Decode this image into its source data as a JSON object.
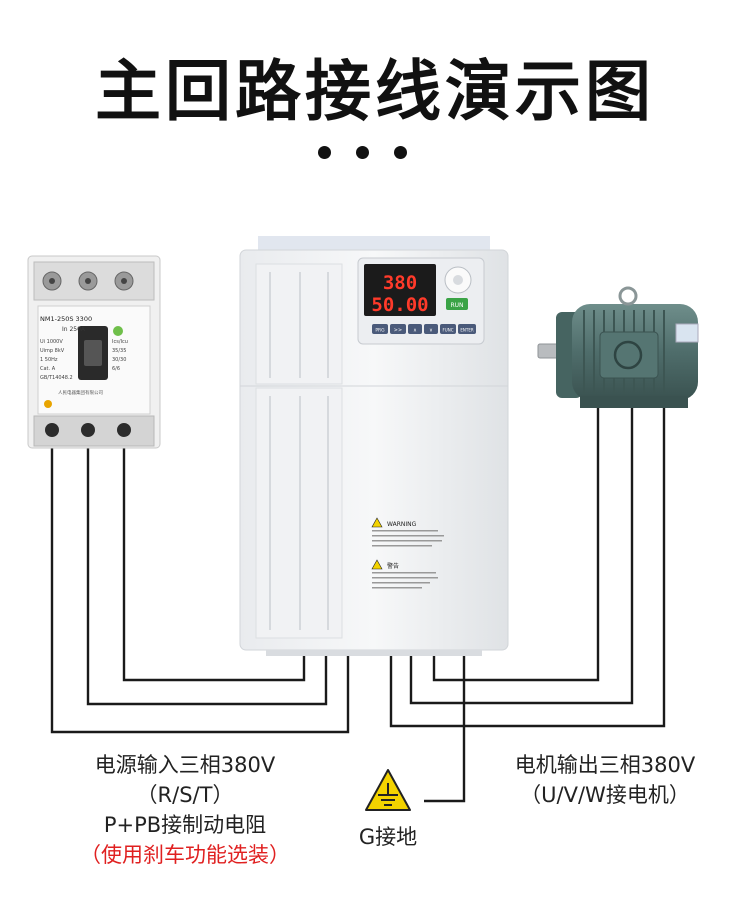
{
  "title": "主回路接线演示图",
  "breaker": {
    "model": "NM1-250S 3300",
    "rating": "In 250A",
    "spec_lines": [
      "Ui 1000V",
      "Uimp 8kV",
      "1 50Hz",
      "Cat. A",
      "GB/T14048.2"
    ],
    "right_lines": [
      "Ics/Icu",
      "35/35",
      "30/30",
      "6/6"
    ],
    "brand": "人民电器集团有限公司"
  },
  "inverter": {
    "display_top": "380",
    "display_bottom": "50.00",
    "run_label": "RUN",
    "keys": [
      "PRG",
      ">>",
      "∧",
      "∨",
      "FUNC",
      "ENTER"
    ],
    "warning_heading": "WARNING",
    "warning_heading_cn": "警告"
  },
  "labels": {
    "input_line1": "电源输入三相380V",
    "input_line2": "（R/S/T）",
    "input_line3": "P+PB接制动电阻",
    "input_line4": "（使用刹车功能选装）",
    "output_line1": "电机输出三相380V",
    "output_line2": "（U/V/W接电机）",
    "ground": "G接地"
  },
  "colors": {
    "wire": "#1a1a1a",
    "motor": "#4f6d6b",
    "display_bg": "#1b1b1b",
    "display_text": "#ff3a2a",
    "run_button": "#3aa346",
    "ground_sign": "#f3d300",
    "note": "#e02020"
  }
}
